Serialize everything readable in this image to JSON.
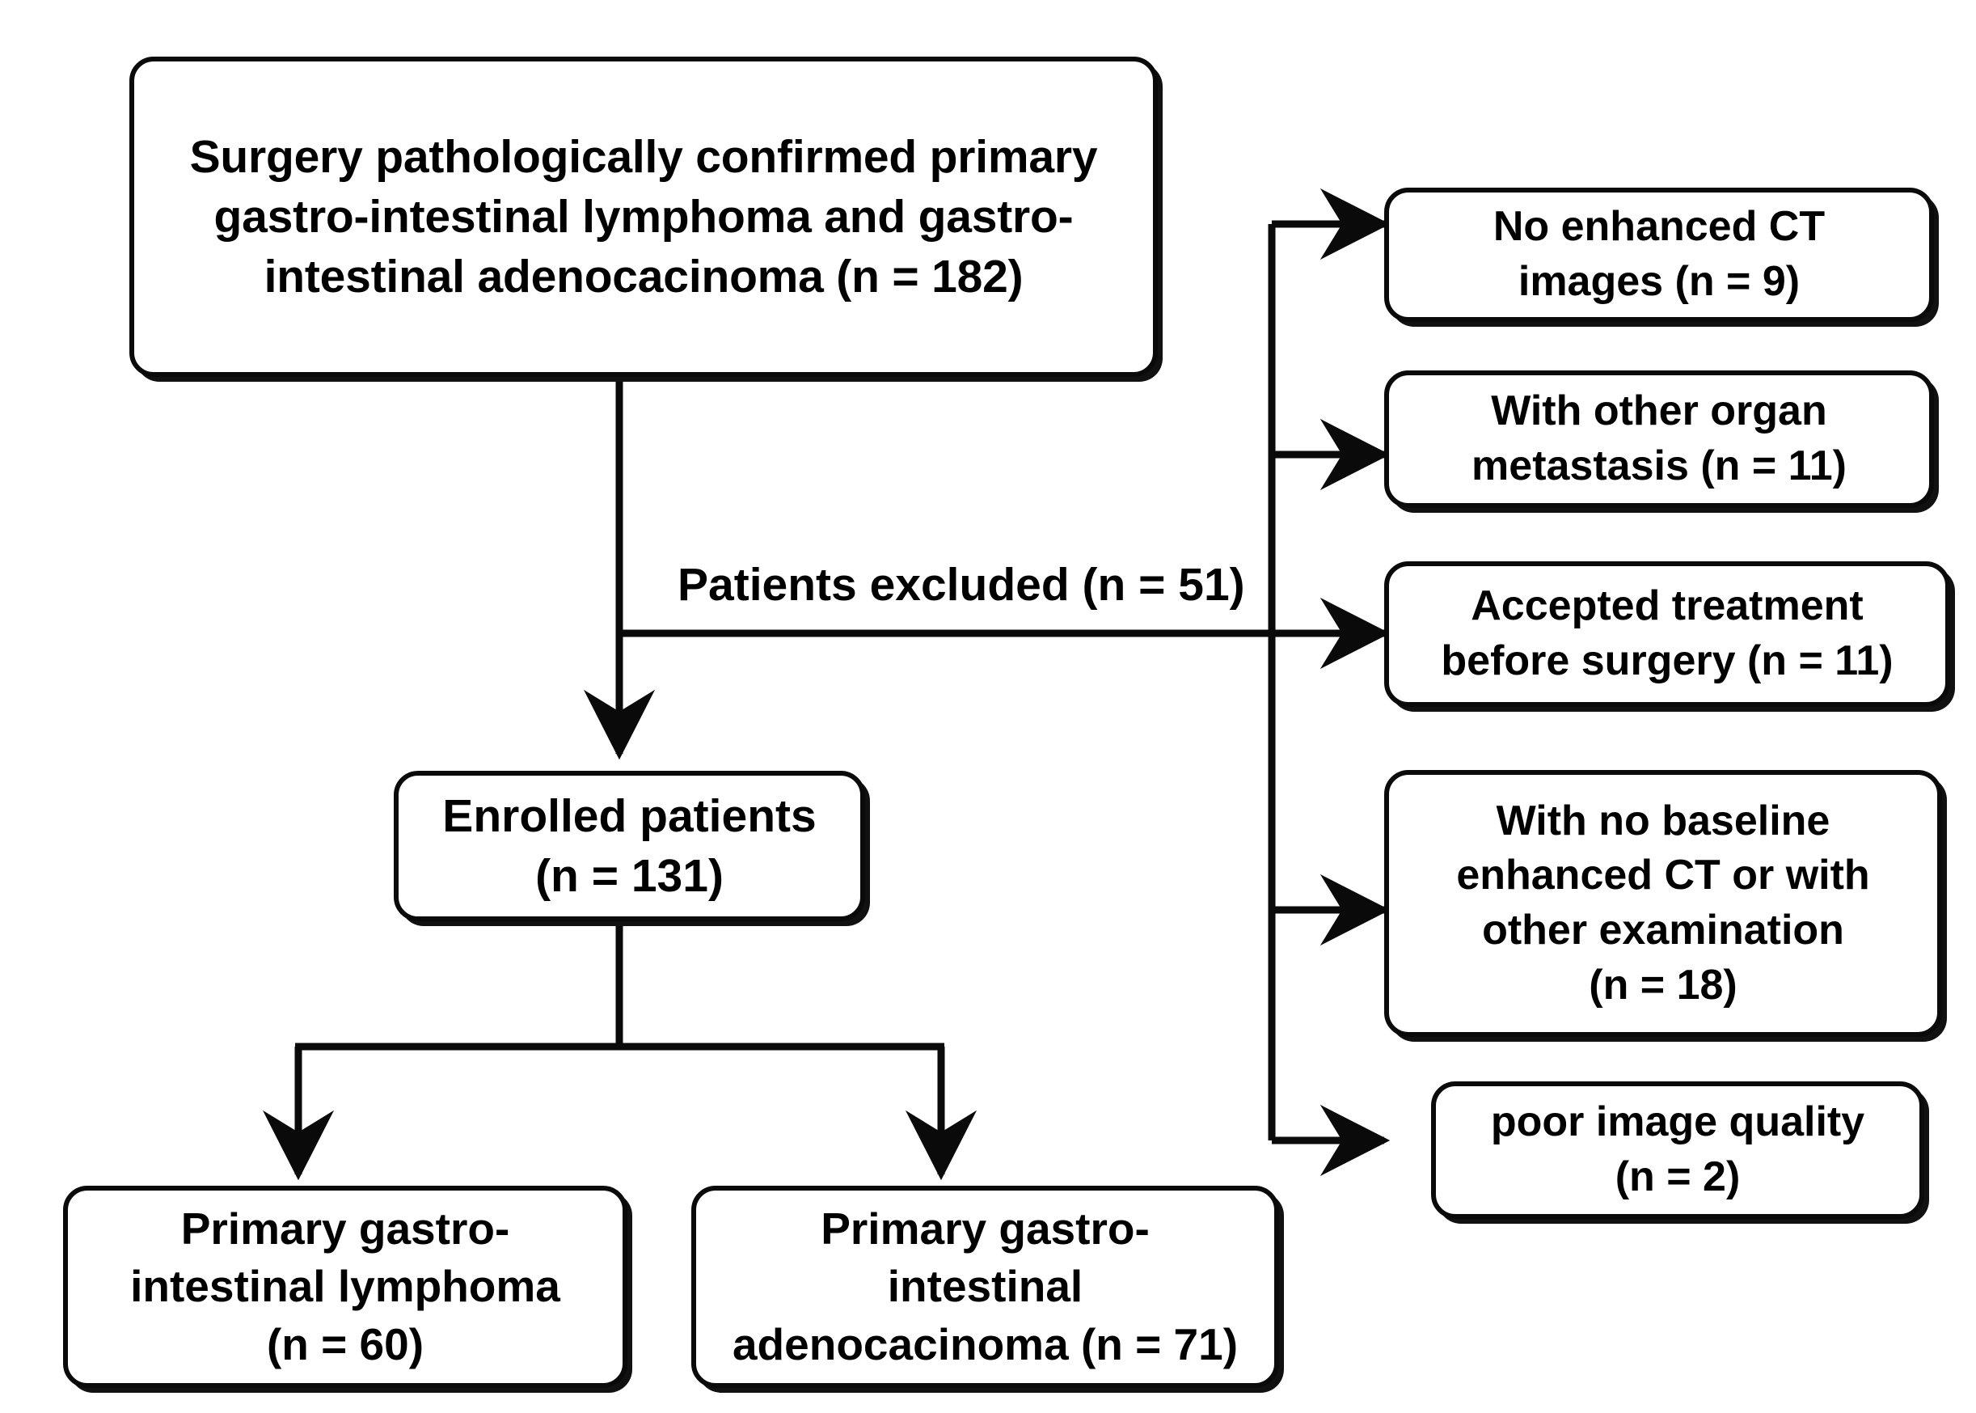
{
  "diagram": {
    "type": "patient-selection-flowchart",
    "colors": {
      "stroke": "#0a0a0a",
      "background": "#ffffff",
      "text": "#000000"
    },
    "nodes": {
      "source": {
        "label": "Surgery pathologically confirmed primary\ngastro-intestinal  lymphoma and  gastro-\nintestinal adenocacinoma (n = 182)",
        "n": 182
      },
      "enrolled": {
        "label": "Enrolled patients\n(n = 131)",
        "n": 131
      },
      "outcome_lymphoma": {
        "label": "Primary gastro-\nintestinal lymphoma\n(n = 60)",
        "n": 60
      },
      "outcome_adenocacinoma": {
        "label": "Primary gastro-\nintestinal\nadenocacinoma (n = 71)",
        "n": 71
      }
    },
    "excluded_label": "Patients excluded (n = 51)",
    "excluded_total": 51,
    "exclusions": [
      {
        "label": "No enhanced CT\nimages (n = 9)",
        "n": 9
      },
      {
        "label": "With other organ\nmetastasis (n = 11)",
        "n": 11
      },
      {
        "label": "Accepted treatment\nbefore surgery (n = 11)",
        "n": 11
      },
      {
        "label": "With no baseline\nenhanced CT or with\nother examination\n(n = 18)",
        "n": 18
      },
      {
        "label": "poor image quality\n(n = 2)",
        "n": 2
      }
    ]
  }
}
